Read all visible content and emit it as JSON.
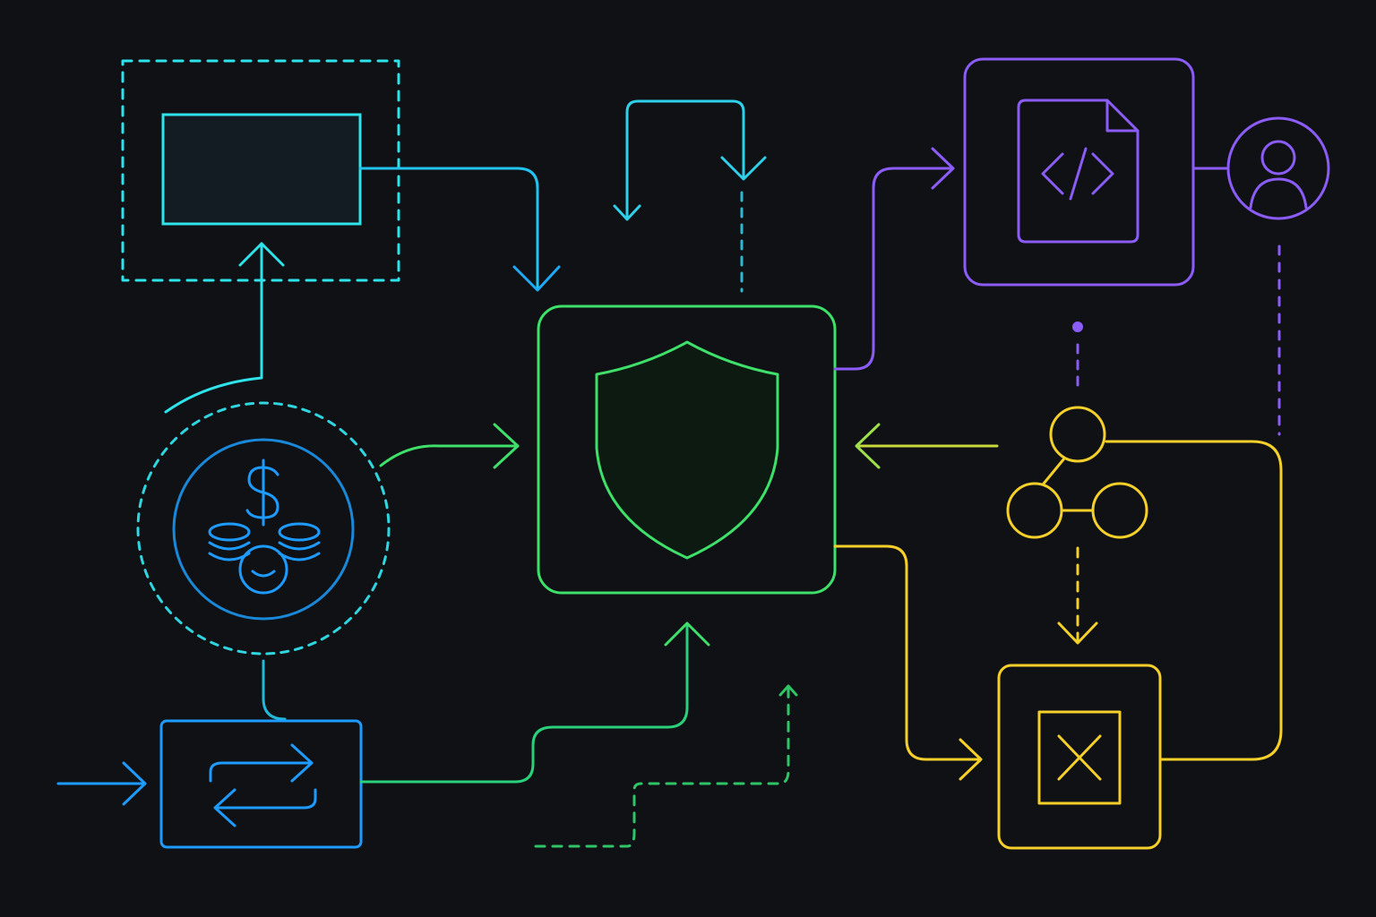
{
  "colors": {
    "background": "#0f1115",
    "cyan": "#2fe3ea",
    "blue": "#1e9bff",
    "green": "#3ee06a",
    "lime": "#9ee04a",
    "purple": "#8b5cf6",
    "yellow": "#f5cf2a"
  },
  "nodes": [
    {
      "id": "storage-block",
      "icon": "rectangle-icon",
      "color": "cyan"
    },
    {
      "id": "finance",
      "icon": "dollar-coins-icon",
      "color": "blue"
    },
    {
      "id": "exchange",
      "icon": "swap-arrows-icon",
      "color": "blue"
    },
    {
      "id": "security-hub",
      "icon": "shield-icon",
      "color": "green"
    },
    {
      "id": "code-file",
      "icon": "code-file-icon",
      "color": "purple"
    },
    {
      "id": "user",
      "icon": "user-icon",
      "color": "purple"
    },
    {
      "id": "network",
      "icon": "network-nodes-icon",
      "color": "yellow"
    },
    {
      "id": "rejected",
      "icon": "x-box-icon",
      "color": "yellow"
    }
  ]
}
